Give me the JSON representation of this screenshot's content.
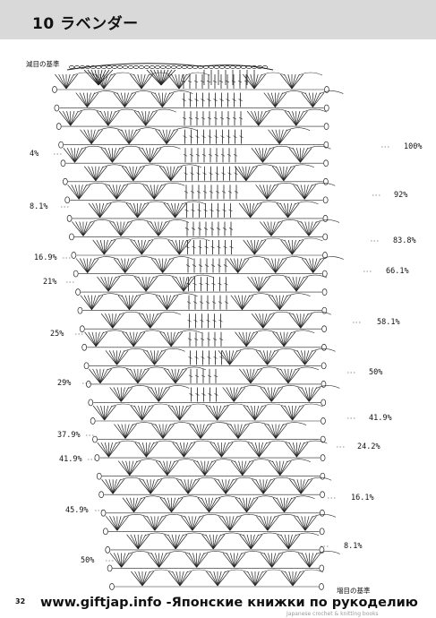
{
  "header": {
    "title": "10 ラベンダー"
  },
  "notes": {
    "decrease_base": "減目の基準",
    "increase_base": "増目の基準"
  },
  "left_labels": [
    "4%",
    "8.1%",
    "16.9%",
    "21%",
    "25%",
    "29%",
    "37.9%",
    "41.9%",
    "45.9%",
    "50%"
  ],
  "right_labels": [
    "100%",
    "92%",
    "83.8%",
    "66.1%",
    "58.1%",
    "50%",
    "41.9%",
    "24.2%",
    "16.1%",
    "8.1%"
  ],
  "footer": {
    "page_number": "32",
    "site_text": "www.giftjap.info -Японские книжки по рукоделию",
    "faint_text": "Japanese crochet & knitting books"
  }
}
